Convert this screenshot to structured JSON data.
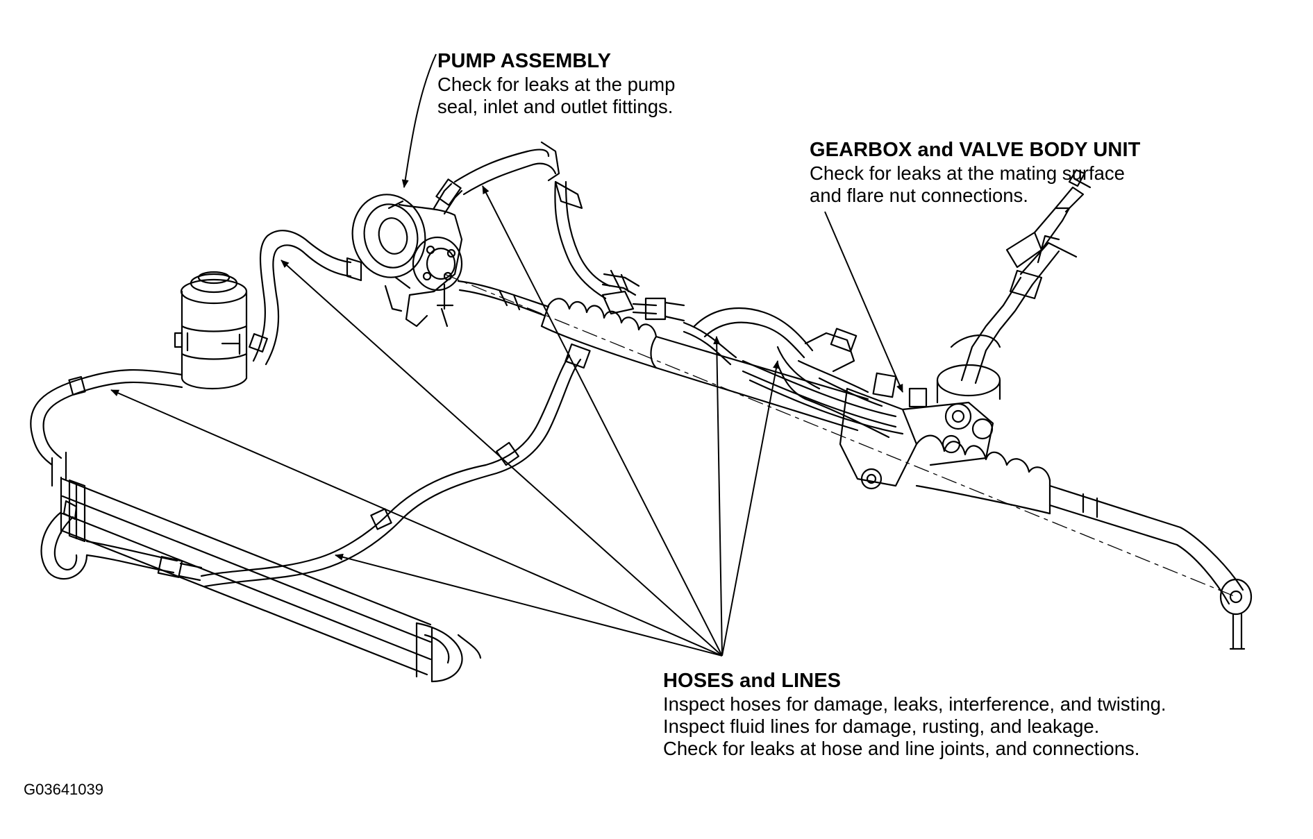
{
  "figure": {
    "code": "G03641039",
    "line_color": "#000000",
    "background": "#ffffff"
  },
  "callouts": {
    "pump": {
      "title": "PUMP ASSEMBLY",
      "lines": [
        "Check for leaks at the pump",
        "seal, inlet and outlet fittings."
      ]
    },
    "gearbox": {
      "title": "GEARBOX and VALVE BODY UNIT",
      "lines": [
        "Check for leaks at the mating surface",
        "and flare nut connections."
      ]
    },
    "hoses": {
      "title": "HOSES and LINES",
      "lines": [
        "Inspect hoses for damage, leaks, interference, and twisting.",
        "Inspect fluid lines for damage, rusting, and leakage.",
        "Check for leaks at hose and line joints, and connections."
      ]
    }
  }
}
